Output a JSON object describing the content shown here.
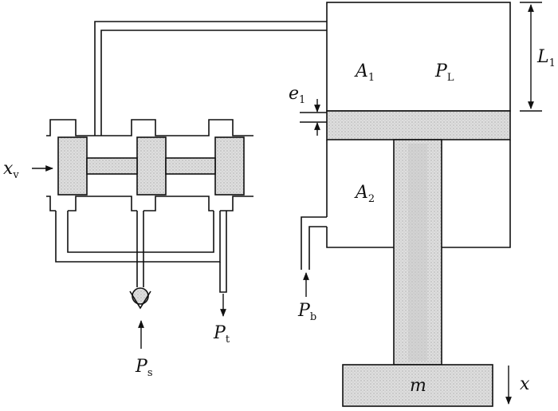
{
  "labels": {
    "xv": {
      "main": "x",
      "sub": "v"
    },
    "Ps": {
      "main": "P",
      "sub": "s"
    },
    "Pt": {
      "main": "P",
      "sub": "t"
    },
    "Pb": {
      "main": "P",
      "sub": "b"
    },
    "A1": {
      "main": "A",
      "sub": "1"
    },
    "A2": {
      "main": "A",
      "sub": "2"
    },
    "PL": {
      "main": "P",
      "sub": "L"
    },
    "L1": {
      "main": "L",
      "sub": "1"
    },
    "e1": {
      "main": "e",
      "sub": "1"
    },
    "m": "m",
    "x": "x"
  },
  "colors": {
    "line": "#111111",
    "fill": "#d9d9d9",
    "background": "#ffffff"
  }
}
